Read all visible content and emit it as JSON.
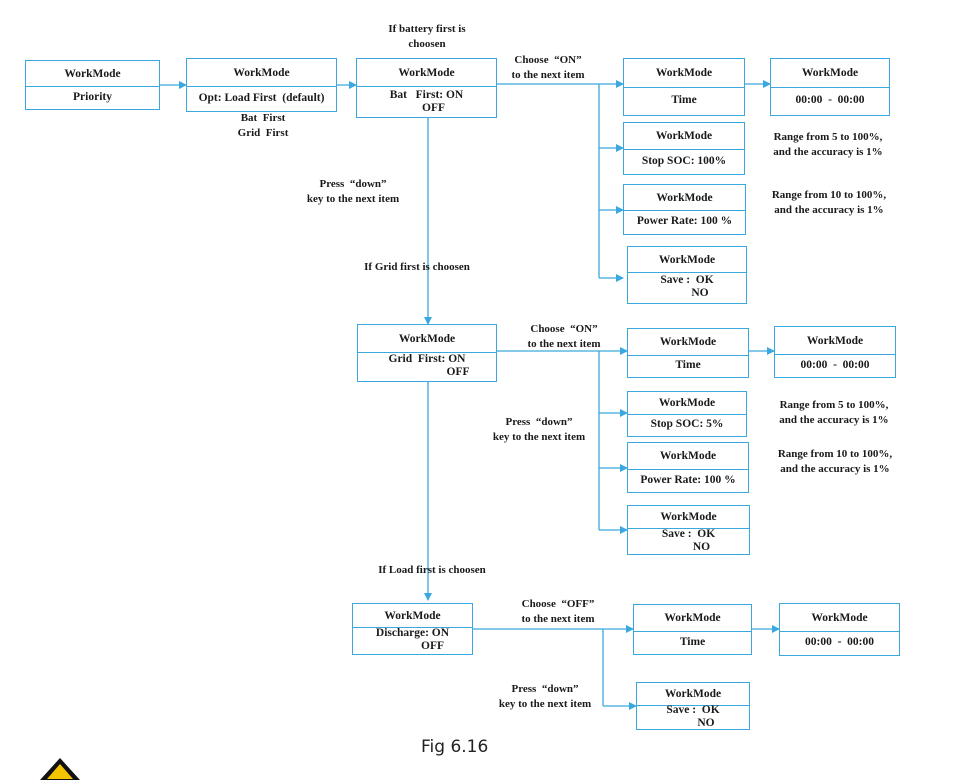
{
  "colors": {
    "line": "#3aa8de",
    "text": "#1a1a1a"
  },
  "icons": [
    "warning-icon"
  ],
  "caption": "Fig 6.16",
  "boxes": {
    "b1": {
      "title": "WorkMode",
      "lines": [
        "Priority"
      ]
    },
    "b2": {
      "title": "WorkMode",
      "lines": [
        "Opt: Load First  (default)"
      ]
    },
    "b3": {
      "title": "WorkMode",
      "lines": [
        "Bat   First: ON",
        "OFF"
      ]
    },
    "b4": {
      "title": "WorkMode",
      "lines": [
        "Time"
      ]
    },
    "b5": {
      "title": "WorkMode",
      "lines": [
        "00:00  -  00:00"
      ]
    },
    "b6": {
      "title": "WorkMode",
      "lines": [
        "Stop SOC: 100%"
      ]
    },
    "b7": {
      "title": "WorkMode",
      "lines": [
        "Power Rate: 100 %"
      ]
    },
    "b8": {
      "title": "WorkMode",
      "lines": [
        "Save :  OK",
        "NO"
      ]
    },
    "b9": {
      "title": "WorkMode",
      "lines": [
        "Grid  First: ON",
        "OFF"
      ]
    },
    "b10": {
      "title": "WorkMode",
      "lines": [
        "Time"
      ]
    },
    "b11": {
      "title": "WorkMode",
      "lines": [
        "00:00  -  00:00"
      ]
    },
    "b12": {
      "title": "WorkMode",
      "lines": [
        "Stop SOC: 5%"
      ]
    },
    "b13": {
      "title": "WorkMode",
      "lines": [
        "Power Rate: 100 %"
      ]
    },
    "b14": {
      "title": "WorkMode",
      "lines": [
        "Save :  OK",
        "NO"
      ]
    },
    "b15": {
      "title": "WorkMode",
      "lines": [
        "Discharge: ON",
        "OFF"
      ]
    },
    "b16": {
      "title": "WorkMode",
      "lines": [
        "Time"
      ]
    },
    "b17": {
      "title": "WorkMode",
      "lines": [
        "00:00  -  00:00"
      ]
    },
    "b18": {
      "title": "WorkMode",
      "lines": [
        "Save :  OK",
        "NO"
      ]
    }
  },
  "labels": {
    "opt_extra": [
      "Bat  First",
      "Grid  First"
    ],
    "if_battery": [
      "If battery first is",
      "choosen"
    ],
    "choose_on_1": [
      "Choose  “ON”",
      "to the next item"
    ],
    "press_down_1": [
      "Press  “down”",
      "key to the next item"
    ],
    "if_grid": [
      "If Grid first is choosen"
    ],
    "choose_on_2": [
      "Choose  “ON”",
      "to the next item"
    ],
    "press_down_2": [
      "Press  “down”",
      "key to the next item"
    ],
    "if_load": [
      "If Load first is choosen"
    ],
    "choose_off": [
      "Choose  “OFF”",
      "to the next item"
    ],
    "press_down_3": [
      "Press  “down”",
      "key to the next item"
    ],
    "range_soc_1": [
      "Range from 5 to 100%,",
      "and the accuracy is 1%"
    ],
    "range_pr_1": [
      "Range from 10 to 100%,",
      "and the accuracy is 1%"
    ],
    "range_soc_2": [
      "Range from 5 to 100%,",
      "and the accuracy is 1%"
    ],
    "range_pr_2": [
      "Range from 10 to 100%,",
      "and the accuracy is 1%"
    ]
  }
}
